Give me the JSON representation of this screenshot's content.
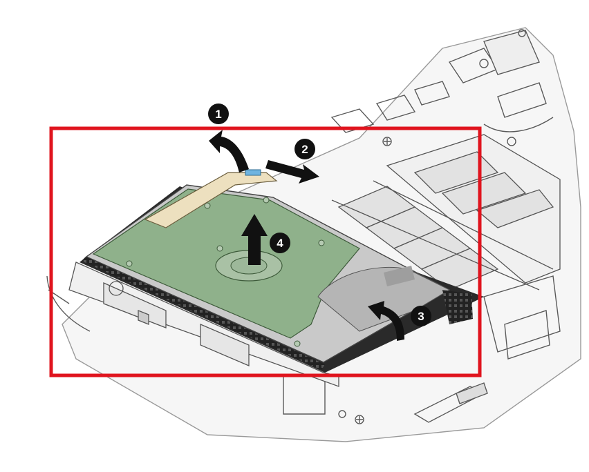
{
  "callouts": [
    {
      "label": "1"
    },
    {
      "label": "2"
    },
    {
      "label": "3"
    },
    {
      "label": "4"
    }
  ],
  "colors": {
    "highlight_frame": "#e0141e",
    "drive_board": "#8fb18b",
    "callout_fill": "#111111",
    "line_art": "#4a4a4a"
  },
  "icons": [
    "arrow-up-left-icon",
    "arrow-right-icon",
    "arrow-curved-up-icon",
    "arrow-up-icon"
  ]
}
